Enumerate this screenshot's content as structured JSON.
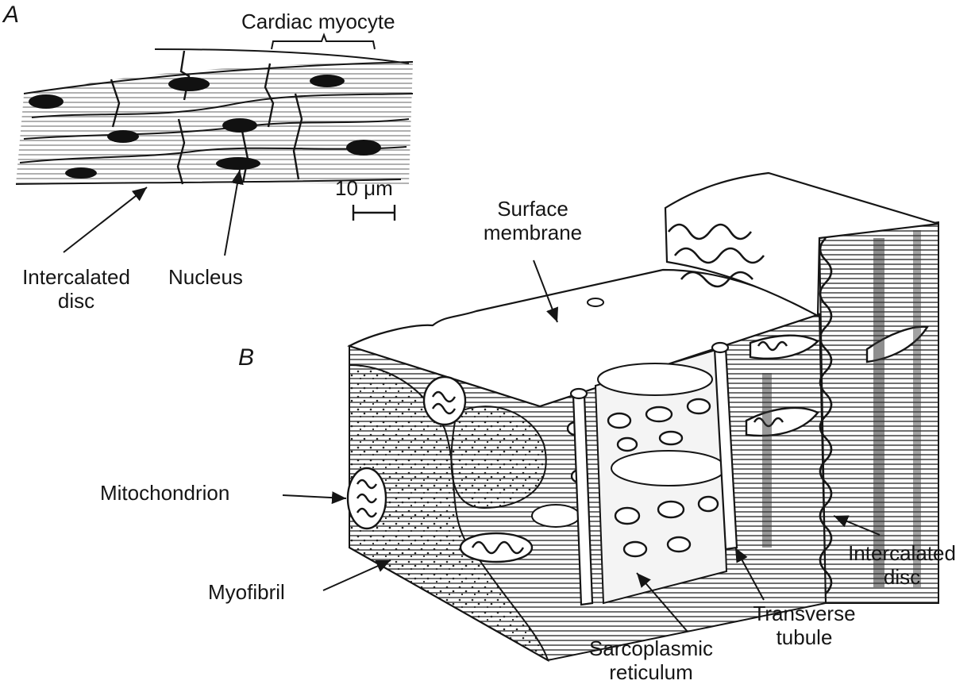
{
  "panels": {
    "a": "A",
    "b": "B"
  },
  "panel_a": {
    "cell_label": "Cardiac myocyte",
    "scale_bar": "10 μm",
    "disc_label": {
      "line1": "Intercalated",
      "line2": "disc"
    },
    "nucleus_label": "Nucleus"
  },
  "panel_b": {
    "surface_membrane": {
      "line1": "Surface",
      "line2": "membrane"
    },
    "mitochondrion": "Mitochondrion",
    "myofibril": "Myofibril",
    "sarcoplasmic_reticulum": {
      "line1": "Sarcoplasmic",
      "line2": "reticulum"
    },
    "transverse_tubule": {
      "line1": "Transverse",
      "line2": "tubule"
    },
    "intercalated_disc": {
      "line1": "Intercalated",
      "line2": "disc"
    }
  },
  "colors": {
    "ink": "#151515",
    "background": "#ffffff"
  }
}
